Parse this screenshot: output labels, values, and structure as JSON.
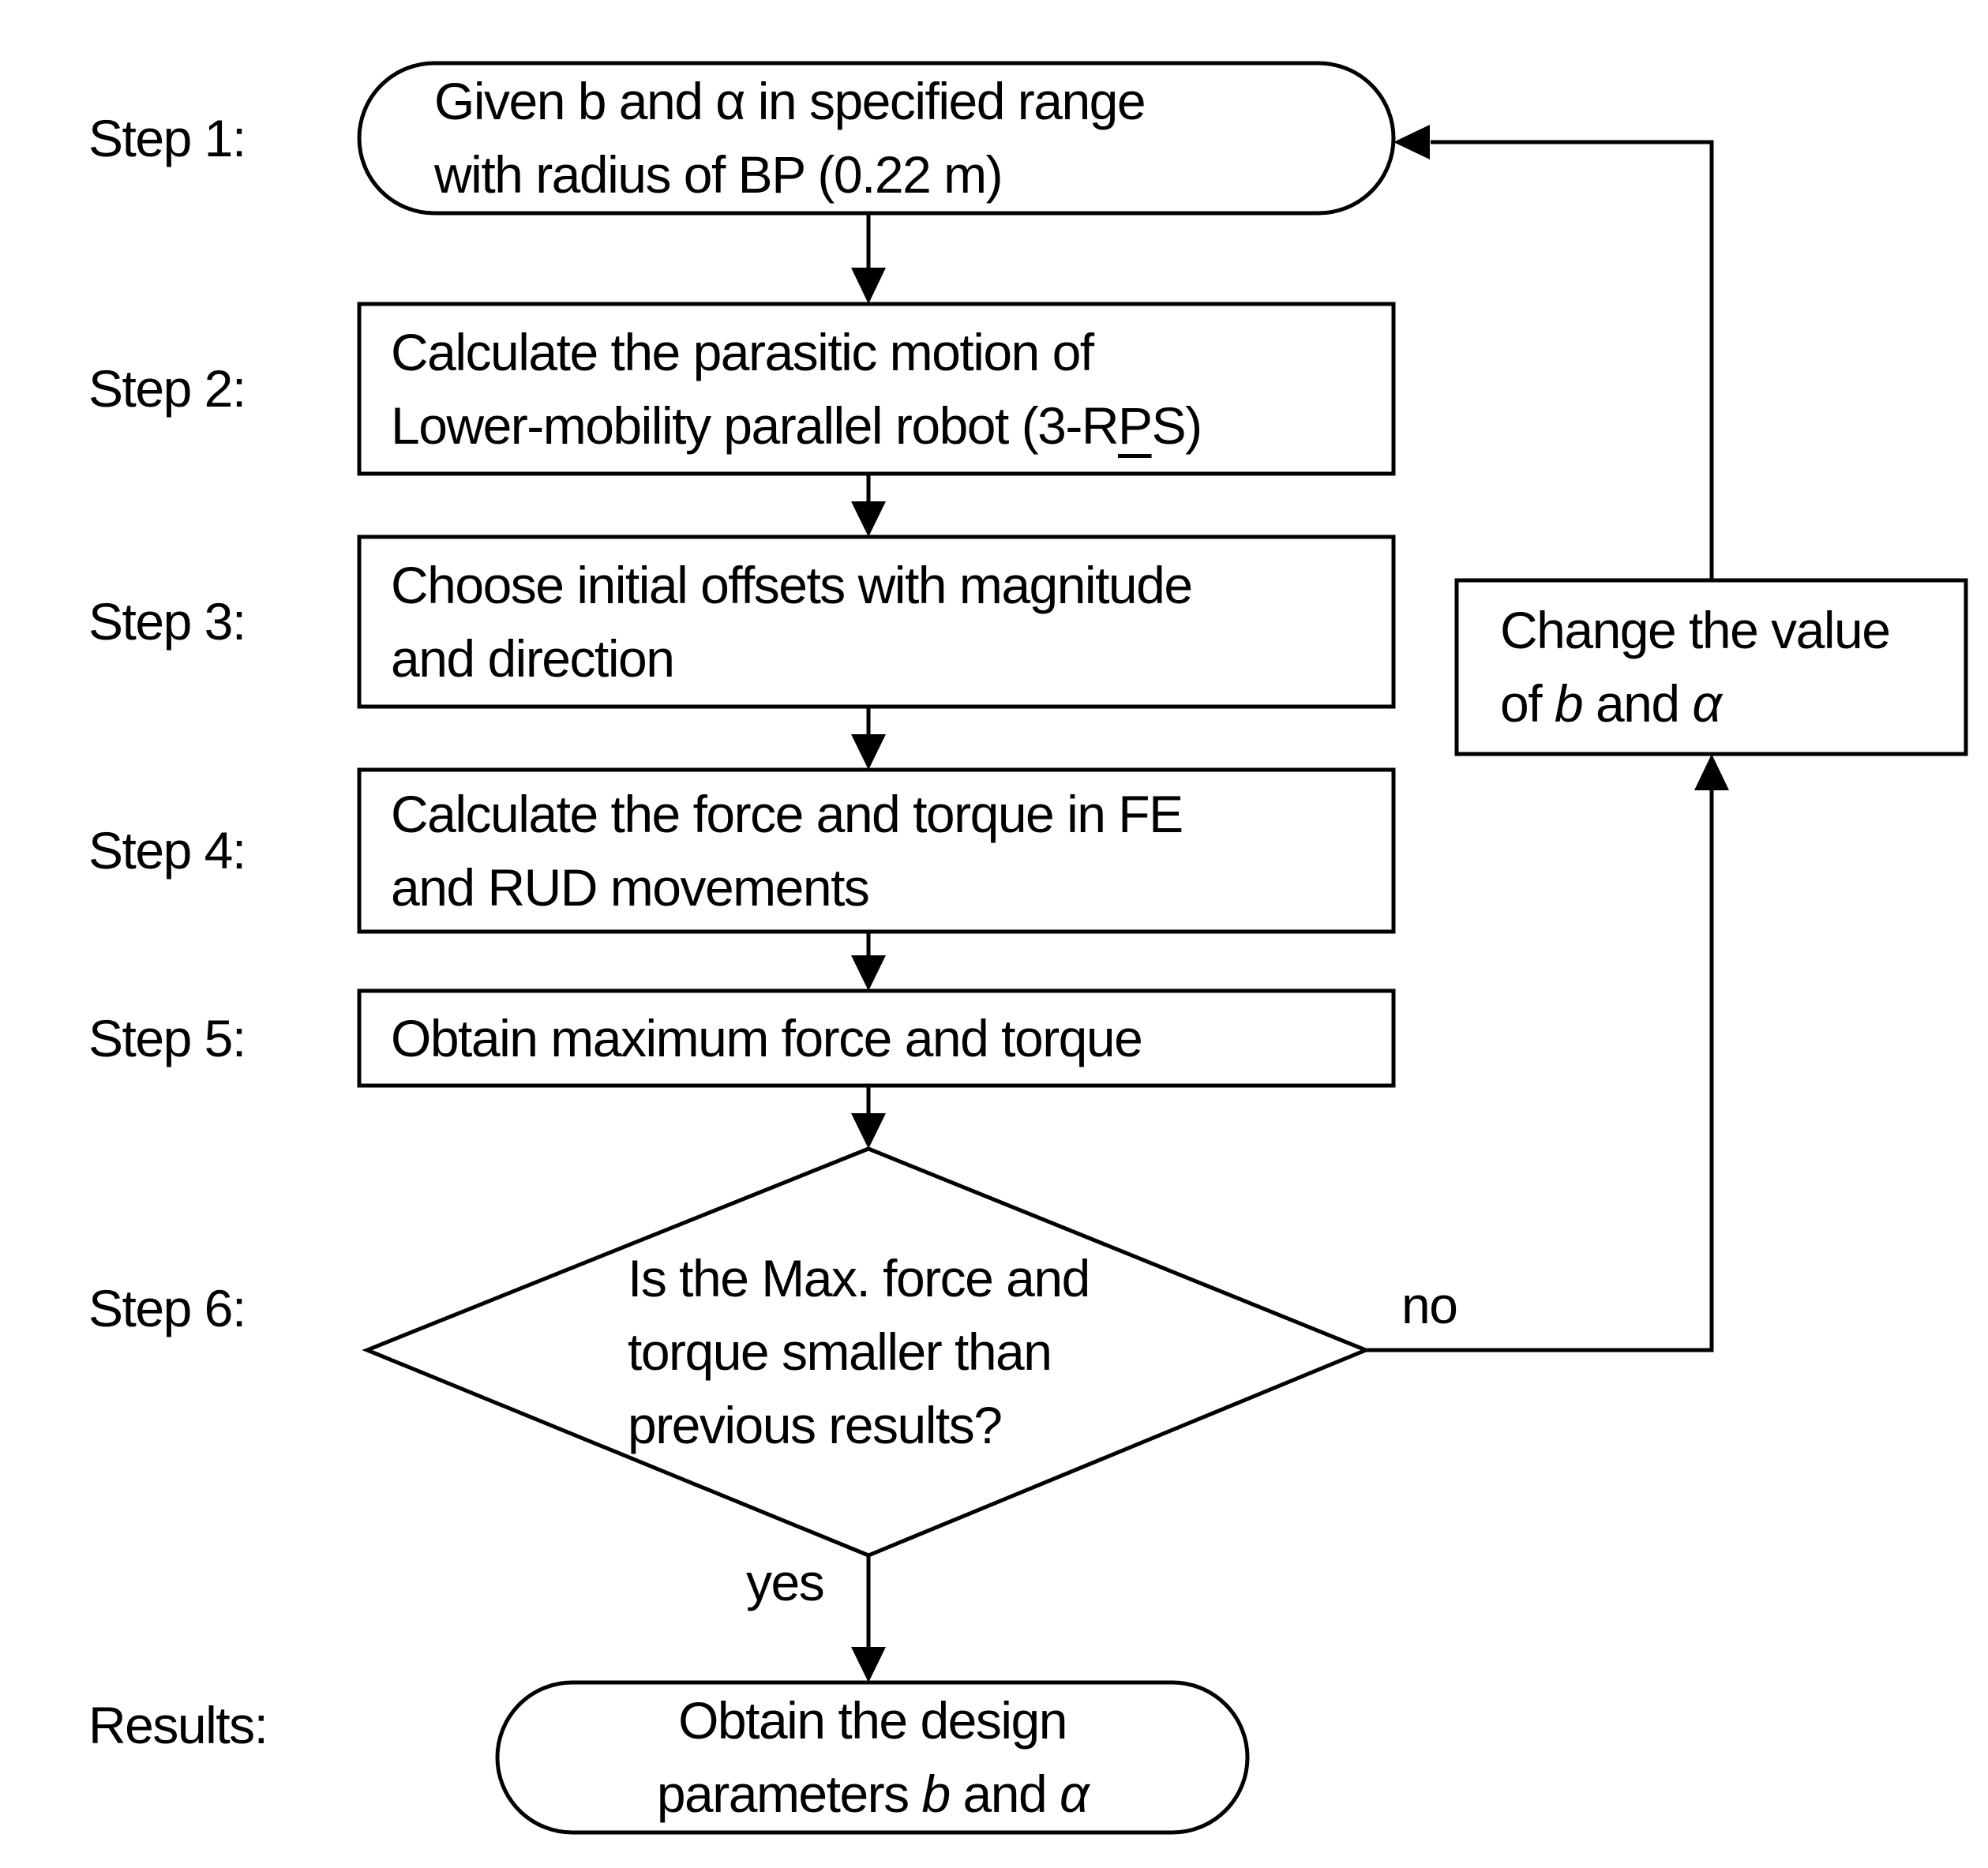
{
  "colors": {
    "ink": "#000000",
    "paper": "#ffffff"
  },
  "side_labels": {
    "step1": "Step 1:",
    "step2": "Step 2:",
    "step3": "Step 3:",
    "step4": "Step 4:",
    "step5": "Step 5:",
    "step6": "Step 6:",
    "results": "Results:"
  },
  "nodes": {
    "step1": {
      "shape": "terminator",
      "lines": [
        "Given b and α in specified range",
        "with radius of BP (0.22 m)"
      ]
    },
    "step2": {
      "shape": "process",
      "line1": "Calculate the parasitic motion of",
      "line2_segments": [
        {
          "text": "Lower-mobility parallel robot (3-R",
          "style": "normal"
        },
        {
          "text": "P",
          "style": "underline"
        },
        {
          "text": "S)",
          "style": "normal"
        }
      ]
    },
    "step3": {
      "shape": "process",
      "lines": [
        "Choose initial offsets with magnitude",
        "and direction"
      ]
    },
    "step4": {
      "shape": "process",
      "lines": [
        "Calculate the force and torque in FE",
        "and RUD movements"
      ]
    },
    "step5": {
      "shape": "process",
      "lines": [
        "Obtain maximum force and torque"
      ]
    },
    "step6": {
      "shape": "decision",
      "lines": [
        "Is the Max. force and",
        "torque smaller than",
        "previous results?"
      ]
    },
    "change": {
      "shape": "process",
      "line1": "Change the value",
      "line2_segments": [
        {
          "text": "of ",
          "style": "normal"
        },
        {
          "text": "b",
          "style": "italic"
        },
        {
          "text": " and ",
          "style": "normal"
        },
        {
          "text": "α",
          "style": "italic"
        }
      ]
    },
    "results": {
      "shape": "terminator",
      "line1": "Obtain the design",
      "line2_segments": [
        {
          "text": "parameters ",
          "style": "normal"
        },
        {
          "text": "b",
          "style": "italic"
        },
        {
          "text": " and ",
          "style": "normal"
        },
        {
          "text": "α",
          "style": "italic"
        }
      ]
    }
  },
  "edge_labels": {
    "no": "no",
    "yes": "yes"
  }
}
